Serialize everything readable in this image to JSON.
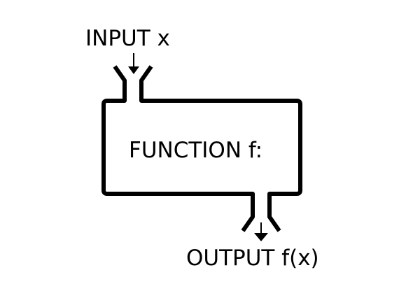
{
  "diagram": {
    "input_label": "INPUT x",
    "function_label": "FUNCTION f:",
    "output_label": "OUTPUT f(x)",
    "colors": {
      "stroke": "#000000",
      "background": "#ffffff"
    }
  }
}
